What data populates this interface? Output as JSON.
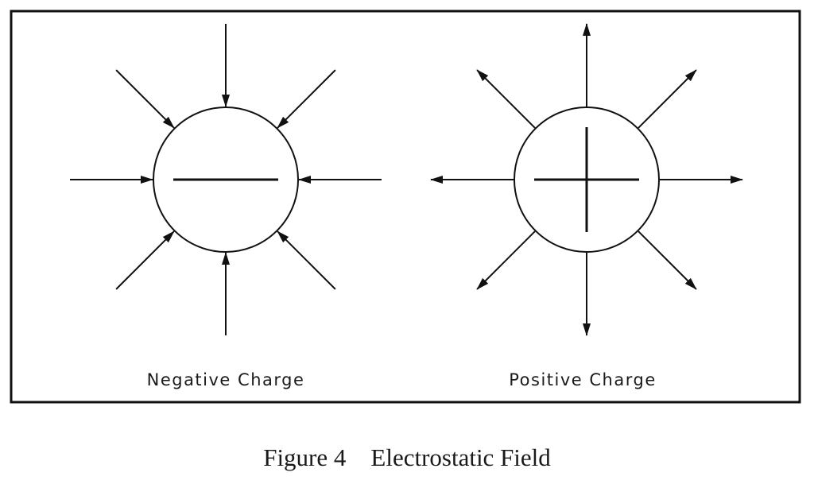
{
  "panels": {
    "negative": {
      "label": "Negative Charge"
    },
    "positive": {
      "label": "Positive Charge"
    }
  },
  "caption": "Figure 4    Electrostatic Field",
  "colors": {
    "ink": "#111111",
    "background": "#ffffff"
  }
}
